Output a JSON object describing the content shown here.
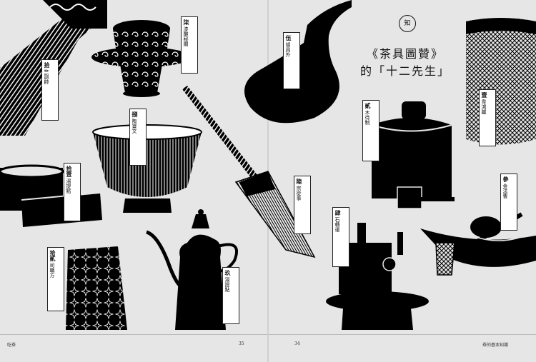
{
  "heading": {
    "marker": "知",
    "title_line1": "《茶具圖贊》",
    "title_line2": "的「十二先生」"
  },
  "labels": [
    {
      "num": "拾",
      "name": "竺副帥"
    },
    {
      "num": "柒",
      "name": "漆雕秘閣"
    },
    {
      "num": "捌",
      "name": "陶寶文"
    },
    {
      "num": "拾壹",
      "name": "湯提點"
    },
    {
      "num": "拾貳",
      "name": "司職方"
    },
    {
      "num": "玖",
      "name": "湯提點"
    },
    {
      "num": "伍",
      "name": "胡員外"
    },
    {
      "num": "貳",
      "name": "木待制"
    },
    {
      "num": "陸",
      "name": "宗從事"
    },
    {
      "num": "肆",
      "name": "石轉運"
    },
    {
      "num": "壹",
      "name": "韋鴻臚"
    },
    {
      "num": "參",
      "name": "金法曹"
    }
  ],
  "footer": {
    "left_title": "吃茶",
    "left_page": "35",
    "right_page": "34",
    "right_title": "茶的基本知識"
  }
}
